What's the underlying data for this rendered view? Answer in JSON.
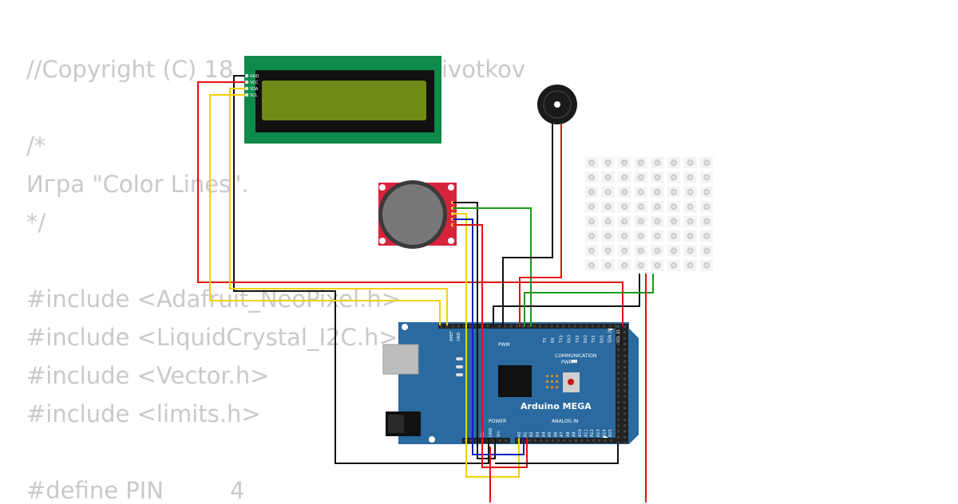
{
  "code_lines": [
    "//Copyright (C) 18",
    "ivotkov",
    "/*",
    "Игра \"Color Lines\".",
    "*/",
    "#include <Adafruit_NeoPixel.h>",
    "#include <LiquidCrystal_I2C.h>",
    "#include <Vector.h>",
    "#include <limits.h>",
    "#define PIN         4"
  ],
  "lcd": {
    "pins": [
      "GND",
      "VCC",
      "SDA",
      "SCL"
    ]
  },
  "arduino": {
    "board_name": "Arduino MEGA",
    "pwm_label": "PWM",
    "communication_label": "COMMUNICATION",
    "power_label": "POWER",
    "analog_label": "ANALOG IN",
    "pwr_led_label": "PWR",
    "aref_label": "AREF",
    "gnd_label": "GND",
    "comm_pins": [
      "TX",
      "RX",
      "TX3",
      "RX3",
      "TX2",
      "RX2",
      "TX1",
      "RX1",
      "SDA 20",
      "SCL 21"
    ],
    "power_pins": [
      "5V",
      "GND",
      "Vin"
    ],
    "analog_pins": [
      "A0",
      "A1",
      "A2",
      "A3",
      "A4",
      "A5",
      "A6",
      "A7",
      "A8",
      "A9",
      "A10",
      "A11",
      "A12",
      "A13",
      "A14",
      "A15"
    ]
  },
  "colors": {
    "wire_red": "#e01010",
    "wire_black": "#111111",
    "wire_yellow": "#f2d000",
    "wire_green": "#1a9a1a",
    "wire_blue": "#1020c0",
    "board_blue": "#2a6aa0",
    "lcd_green": "#0e8a4a",
    "lcd_screen": "#6f8a16",
    "joystick_board": "#d8233c"
  }
}
